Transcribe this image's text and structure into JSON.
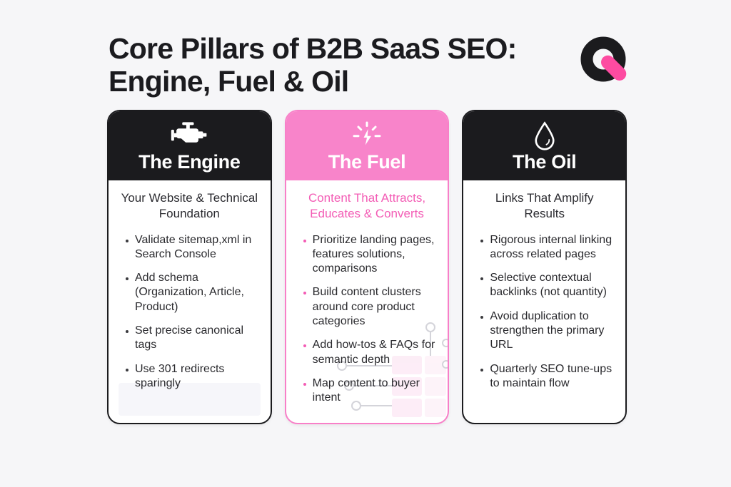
{
  "header": {
    "title_line1": "Core Pillars of B2B SaaS SEO:",
    "title_line2": "Engine, Fuel & Oil",
    "logo_icon": "q-ring-with-pink-pill"
  },
  "colors": {
    "background": "#f6f6f8",
    "black": "#1b1b1e",
    "header_pink": "#f884ca",
    "text_pink": "#f35cb5",
    "logo_pink": "#fd4ba1",
    "card_white": "#ffffff"
  },
  "cards": [
    {
      "id": "engine",
      "icon": "engine-icon",
      "title": "The Engine",
      "subtitle": "Your Website & Technical Foundation",
      "bullets": [
        "Validate sitemap,xml in Search Console",
        "Add schema (Organization, Article, Product)",
        "Set precise canonical tags",
        "Use 301 redirects sparingly"
      ]
    },
    {
      "id": "fuel",
      "icon": "spark-icon",
      "title": "The Fuel",
      "subtitle": "Content That Attracts, Educates & Converts",
      "bullets": [
        "Prioritize landing pages, features solutions, comparisons",
        "Build content clusters around core product categories",
        "Add how-tos & FAQs for semantic depth",
        "Map content to buyer intent"
      ]
    },
    {
      "id": "oil",
      "icon": "droplet-icon",
      "title": "The Oil",
      "subtitle": "Links That Amplify Results",
      "bullets": [
        "Rigorous internal linking across related pages",
        "Selective contextual backlinks (not quantity)",
        "Avoid duplication to strengthen the primary URL",
        "Quarterly SEO tune-ups to maintain flow"
      ]
    }
  ]
}
